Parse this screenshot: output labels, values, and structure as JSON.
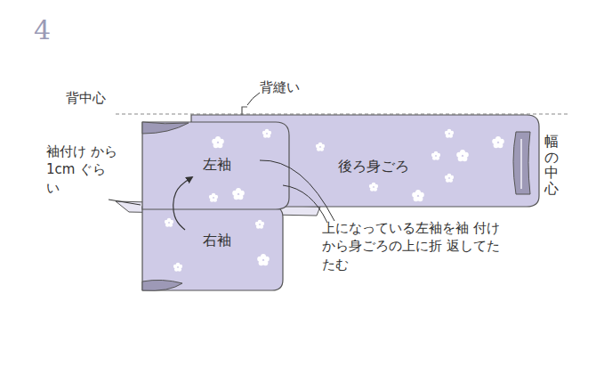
{
  "diagram": {
    "nodes": [
      {
        "text": [
          "左袖"
        ]
      },
      {
        "text": [
          "後ろ身ごろ"
        ]
      },
      {
        "text": [
          "右袖"
        ]
      }
    ],
    "edges": [
      {
        "from": 2,
        "to": 0,
        "arrow": "to"
      }
    ],
    "labels": [
      "4",
      "背中心",
      "背縫い",
      "袖付け から1cm ぐらい",
      "上になっている左袖を袖 付けから身ごろの上に折 返してたたむ",
      "幅の中心"
    ]
  }
}
